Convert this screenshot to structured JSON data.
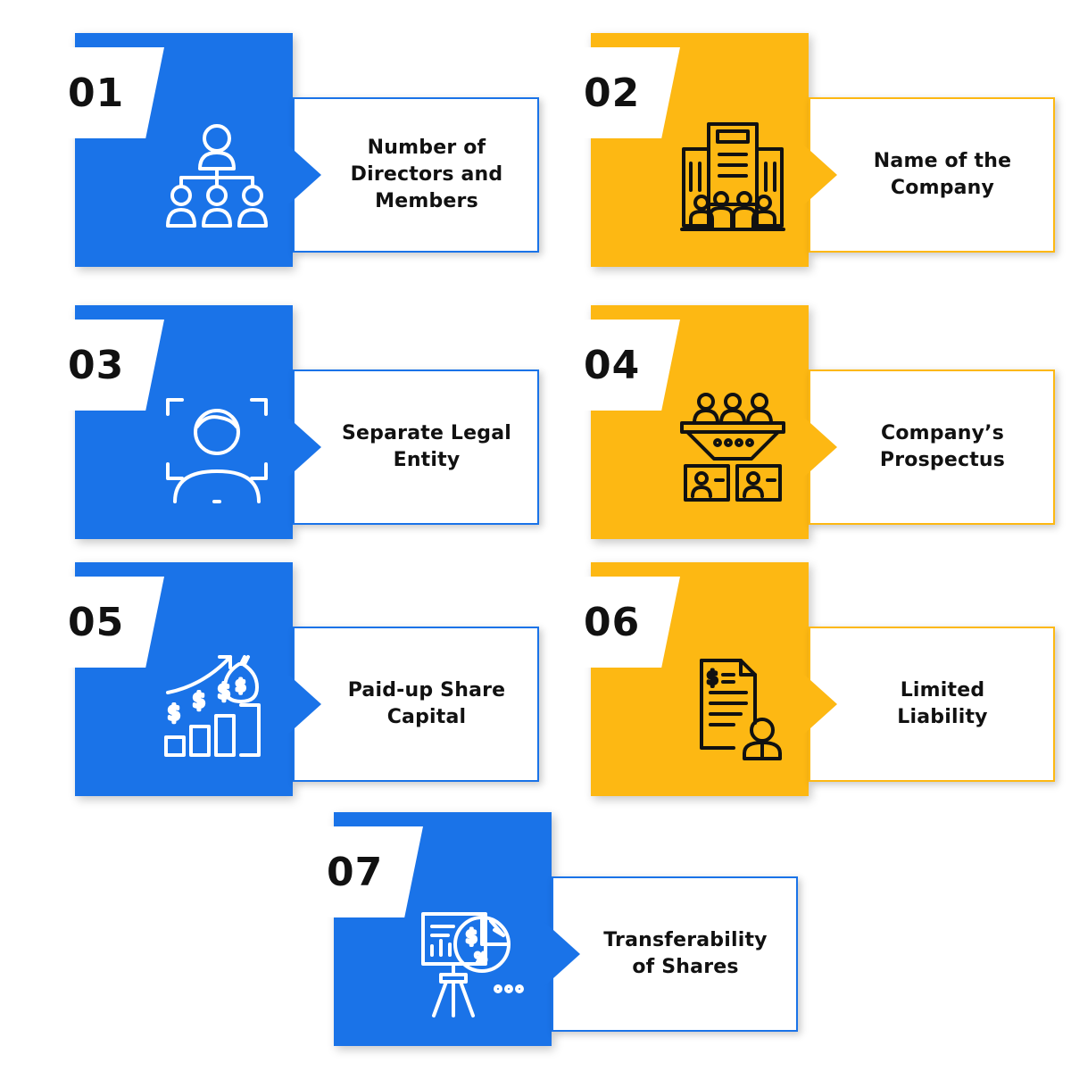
{
  "items": [
    {
      "number": "01",
      "label_lines": [
        "Number of",
        "Directors and",
        "Members"
      ],
      "icon": "org-chart-icon",
      "color": "#1a73e8"
    },
    {
      "number": "02",
      "label_lines": [
        "Name of the",
        "Company"
      ],
      "icon": "company-building-icon",
      "color": "#fdb813"
    },
    {
      "number": "03",
      "label_lines": [
        "Separate Legal",
        "Entity"
      ],
      "icon": "person-focus-icon",
      "color": "#1a73e8"
    },
    {
      "number": "04",
      "label_lines": [
        "Company’s",
        "Prospectus"
      ],
      "icon": "audience-funnel-icon",
      "color": "#fdb813"
    },
    {
      "number": "05",
      "label_lines": [
        "Paid-up Share",
        "Capital"
      ],
      "icon": "money-growth-icon",
      "color": "#1a73e8"
    },
    {
      "number": "06",
      "label_lines": [
        "Limited",
        "Liability"
      ],
      "icon": "document-agent-icon",
      "color": "#fdb813"
    },
    {
      "number": "07",
      "label_lines": [
        "Transferability",
        "of Shares"
      ],
      "icon": "presentation-chart-icon",
      "color": "#1a73e8"
    }
  ]
}
